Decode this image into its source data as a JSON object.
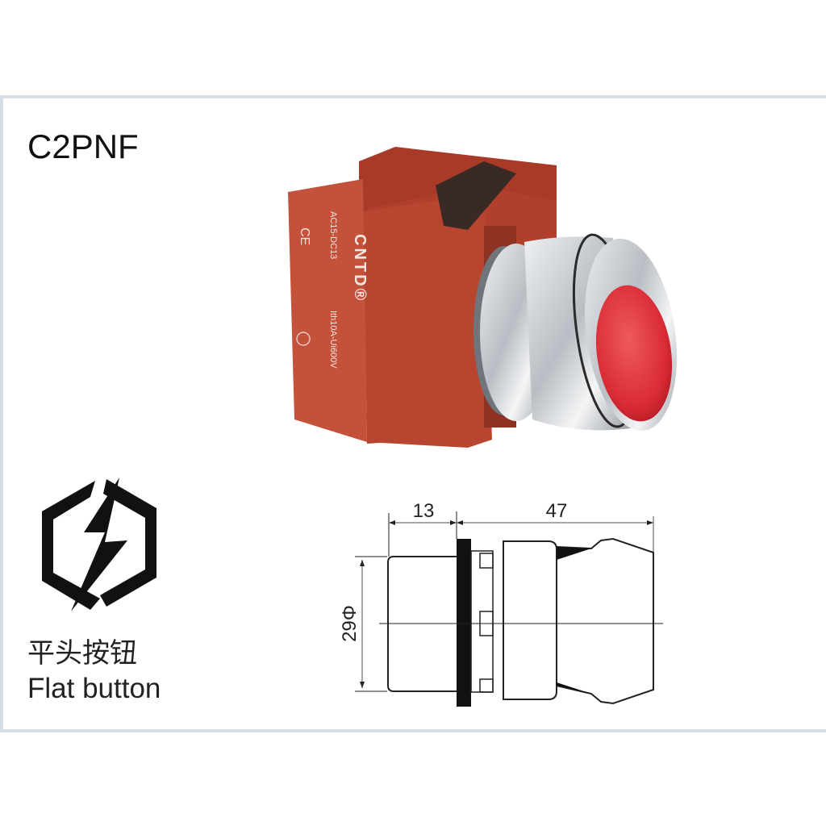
{
  "model": "C2PNF",
  "type_label_zh": "平头按钮",
  "type_label_en": "Flat button",
  "icon": "hexagon-lightning-icon",
  "product_markings": {
    "brand": "CNTD®",
    "rating": "AC15-DC13",
    "spec": "Ith10A-Ui600V",
    "cert": "CE"
  },
  "dimensions": {
    "front_length": "13",
    "body_length": "47",
    "diameter": "29Φ"
  },
  "colors": {
    "block": "#b8452f",
    "button": "#d92b35",
    "frame": "#d6dee4"
  }
}
